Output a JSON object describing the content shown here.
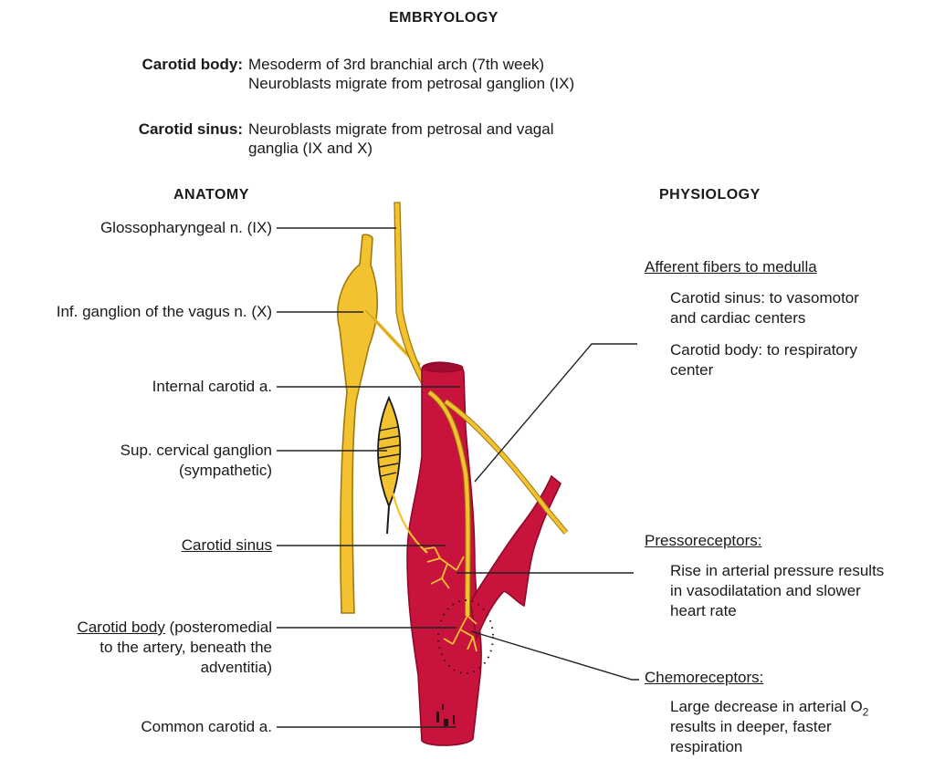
{
  "embryology": {
    "heading": "EMBRYOLOGY",
    "carotid_body_term": "Carotid body:",
    "carotid_body_line1": "Mesoderm of 3rd branchial arch (7th week)",
    "carotid_body_line2": "Neuroblasts migrate from petrosal ganglion (IX)",
    "carotid_sinus_term": "Carotid sinus:",
    "carotid_sinus_line1": "Neuroblasts migrate from petrosal and vagal",
    "carotid_sinus_line2": "ganglia (IX and X)"
  },
  "anatomy": {
    "heading": "ANATOMY",
    "glossopharyngeal": "Glossopharyngeal n. (IX)",
    "inf_ganglion": "Inf. ganglion of the vagus n. (X)",
    "internal_carotid": "Internal carotid a.",
    "sup_cervical_line1": "Sup. cervical ganglion",
    "sup_cervical_line2": "(sympathetic)",
    "carotid_sinus": "Carotid sinus",
    "carotid_body_term": "Carotid body",
    "carotid_body_line1_rest": " (posteromedial",
    "carotid_body_line2": "to the artery, beneath the",
    "carotid_body_line3": "adventitia)",
    "common_carotid": "Common carotid a."
  },
  "physiology": {
    "heading": "PHYSIOLOGY",
    "afferent_title": "Afferent fibers to medulla",
    "afferent_sinus_line1": "Carotid sinus: to vasomotor",
    "afferent_sinus_line2": "and cardiac centers",
    "afferent_body_line1": "Carotid body: to respiratory",
    "afferent_body_line2": "center",
    "pressoreceptors_title": "Pressoreceptors:",
    "pressoreceptors_line1": "Rise in arterial pressure results",
    "pressoreceptors_line2": "in vasodilatation and slower",
    "pressoreceptors_line3": "heart rate",
    "chemoreceptors_title": "Chemoreceptors:",
    "chemoreceptors_line1_pre": "Large decrease in arterial O",
    "chemoreceptors_line1_sub": "2",
    "chemoreceptors_line2": "results in deeper, faster",
    "chemoreceptors_line3": "respiration"
  },
  "colors": {
    "artery": "#c8143c",
    "artery_dark": "#8e0a28",
    "nerve": "#f2c230",
    "nerve_outline": "#a07a10",
    "leader": "#222222"
  }
}
